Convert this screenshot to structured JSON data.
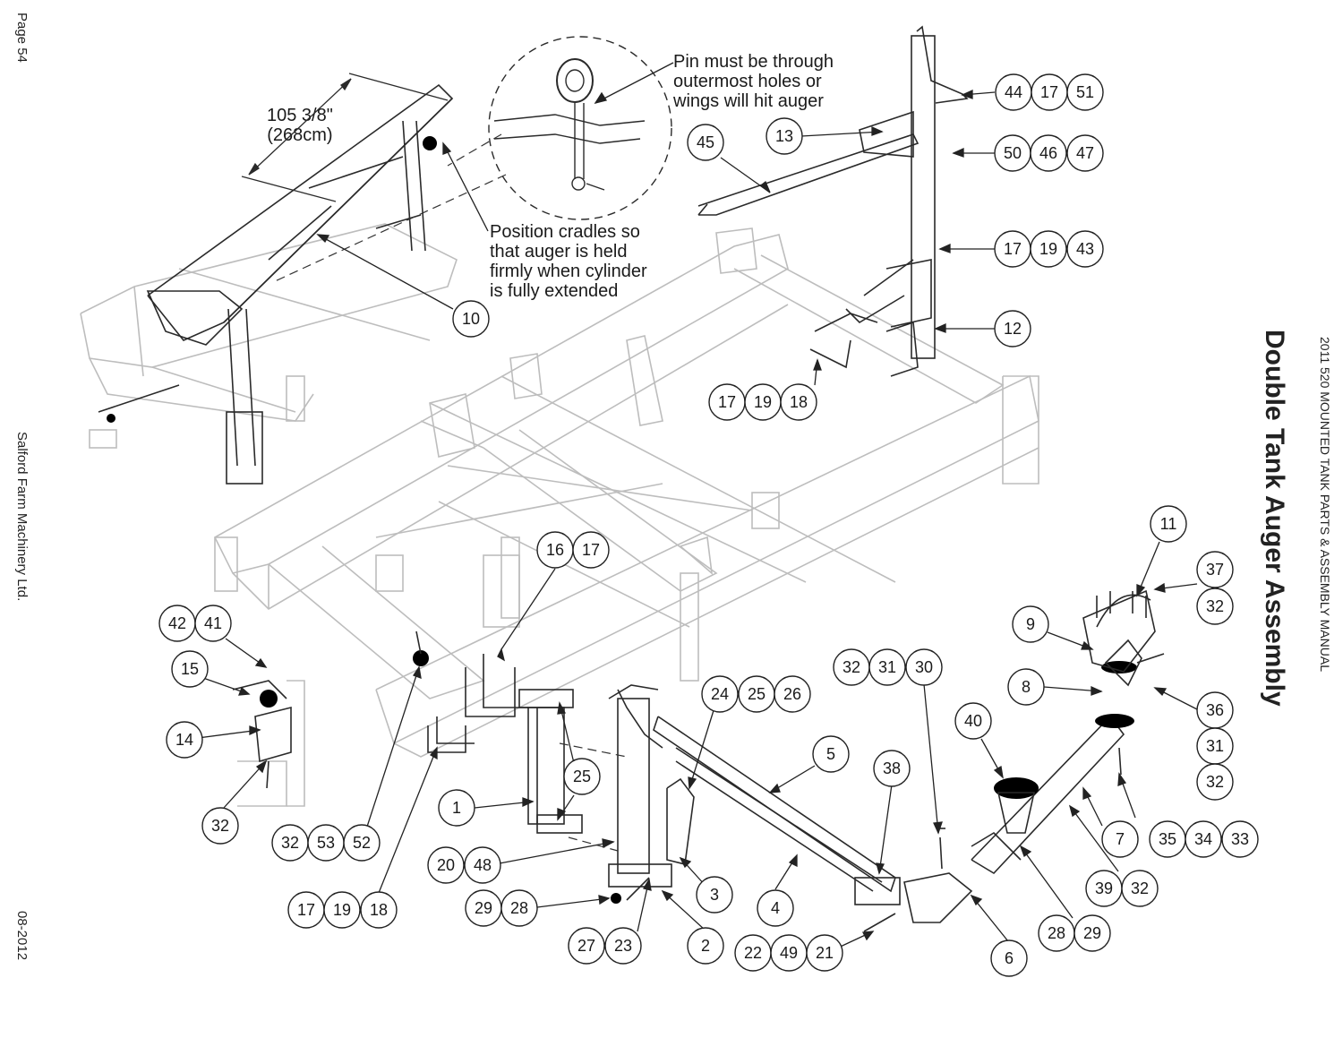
{
  "page": {
    "page_number": "Page 54",
    "company": "Salford Farm Machinery Ltd.",
    "date": "08-2012",
    "manual_title": "2011 520 MOUNTED TANK PARTS & ASSEMBLY MANUAL",
    "section_title": "Double Tank Auger Assembly"
  },
  "annotations": {
    "dimension_imperial": "105 3/8\"",
    "dimension_metric": "(268cm)",
    "pin_note": [
      "Pin must be through",
      "outermost holes or",
      "wings will hit auger"
    ],
    "cradle_note": [
      "Position cradles so",
      "that auger is held",
      "firmly when cylinder",
      "is fully extended"
    ]
  },
  "callouts": [
    {
      "id": "c44",
      "label": "44"
    },
    {
      "id": "c17a",
      "label": "17"
    },
    {
      "id": "c51",
      "label": "51"
    },
    {
      "id": "c13",
      "label": "13"
    },
    {
      "id": "c45",
      "label": "45"
    },
    {
      "id": "c50",
      "label": "50"
    },
    {
      "id": "c46",
      "label": "46"
    },
    {
      "id": "c47",
      "label": "47"
    },
    {
      "id": "c17b",
      "label": "17"
    },
    {
      "id": "c19b",
      "label": "19"
    },
    {
      "id": "c43",
      "label": "43"
    },
    {
      "id": "c12",
      "label": "12"
    },
    {
      "id": "c17c",
      "label": "17"
    },
    {
      "id": "c19c",
      "label": "19"
    },
    {
      "id": "c18c",
      "label": "18"
    },
    {
      "id": "c10",
      "label": "10"
    },
    {
      "id": "c11",
      "label": "11"
    },
    {
      "id": "c37",
      "label": "37"
    },
    {
      "id": "c32a",
      "label": "32"
    },
    {
      "id": "c9",
      "label": "9"
    },
    {
      "id": "c8",
      "label": "8"
    },
    {
      "id": "c36",
      "label": "36"
    },
    {
      "id": "c31a",
      "label": "31"
    },
    {
      "id": "c32b",
      "label": "32"
    },
    {
      "id": "c16",
      "label": "16"
    },
    {
      "id": "c17d",
      "label": "17"
    },
    {
      "id": "c42",
      "label": "42"
    },
    {
      "id": "c41",
      "label": "41"
    },
    {
      "id": "c15",
      "label": "15"
    },
    {
      "id": "c14",
      "label": "14"
    },
    {
      "id": "c32c",
      "label": "32"
    },
    {
      "id": "c32d",
      "label": "32"
    },
    {
      "id": "c53",
      "label": "53"
    },
    {
      "id": "c52",
      "label": "52"
    },
    {
      "id": "c17e",
      "label": "17"
    },
    {
      "id": "c19e",
      "label": "19"
    },
    {
      "id": "c18e",
      "label": "18"
    },
    {
      "id": "c1",
      "label": "1"
    },
    {
      "id": "c25",
      "label": "25"
    },
    {
      "id": "c20",
      "label": "20"
    },
    {
      "id": "c48",
      "label": "48"
    },
    {
      "id": "c29a",
      "label": "29"
    },
    {
      "id": "c28a",
      "label": "28"
    },
    {
      "id": "c27",
      "label": "27"
    },
    {
      "id": "c23",
      "label": "23"
    },
    {
      "id": "c2",
      "label": "2"
    },
    {
      "id": "c3",
      "label": "3"
    },
    {
      "id": "c4",
      "label": "4"
    },
    {
      "id": "c24",
      "label": "24"
    },
    {
      "id": "c25b",
      "label": "25"
    },
    {
      "id": "c26",
      "label": "26"
    },
    {
      "id": "c5",
      "label": "5"
    },
    {
      "id": "c32e",
      "label": "32"
    },
    {
      "id": "c31b",
      "label": "31"
    },
    {
      "id": "c30",
      "label": "30"
    },
    {
      "id": "c38",
      "label": "38"
    },
    {
      "id": "c22",
      "label": "22"
    },
    {
      "id": "c49",
      "label": "49"
    },
    {
      "id": "c21",
      "label": "21"
    },
    {
      "id": "c6",
      "label": "6"
    },
    {
      "id": "c40",
      "label": "40"
    },
    {
      "id": "c7",
      "label": "7"
    },
    {
      "id": "c39",
      "label": "39"
    },
    {
      "id": "c32f",
      "label": "32"
    },
    {
      "id": "c28b",
      "label": "28"
    },
    {
      "id": "c29b",
      "label": "29"
    },
    {
      "id": "c35",
      "label": "35"
    },
    {
      "id": "c34",
      "label": "34"
    },
    {
      "id": "c33",
      "label": "33"
    }
  ]
}
